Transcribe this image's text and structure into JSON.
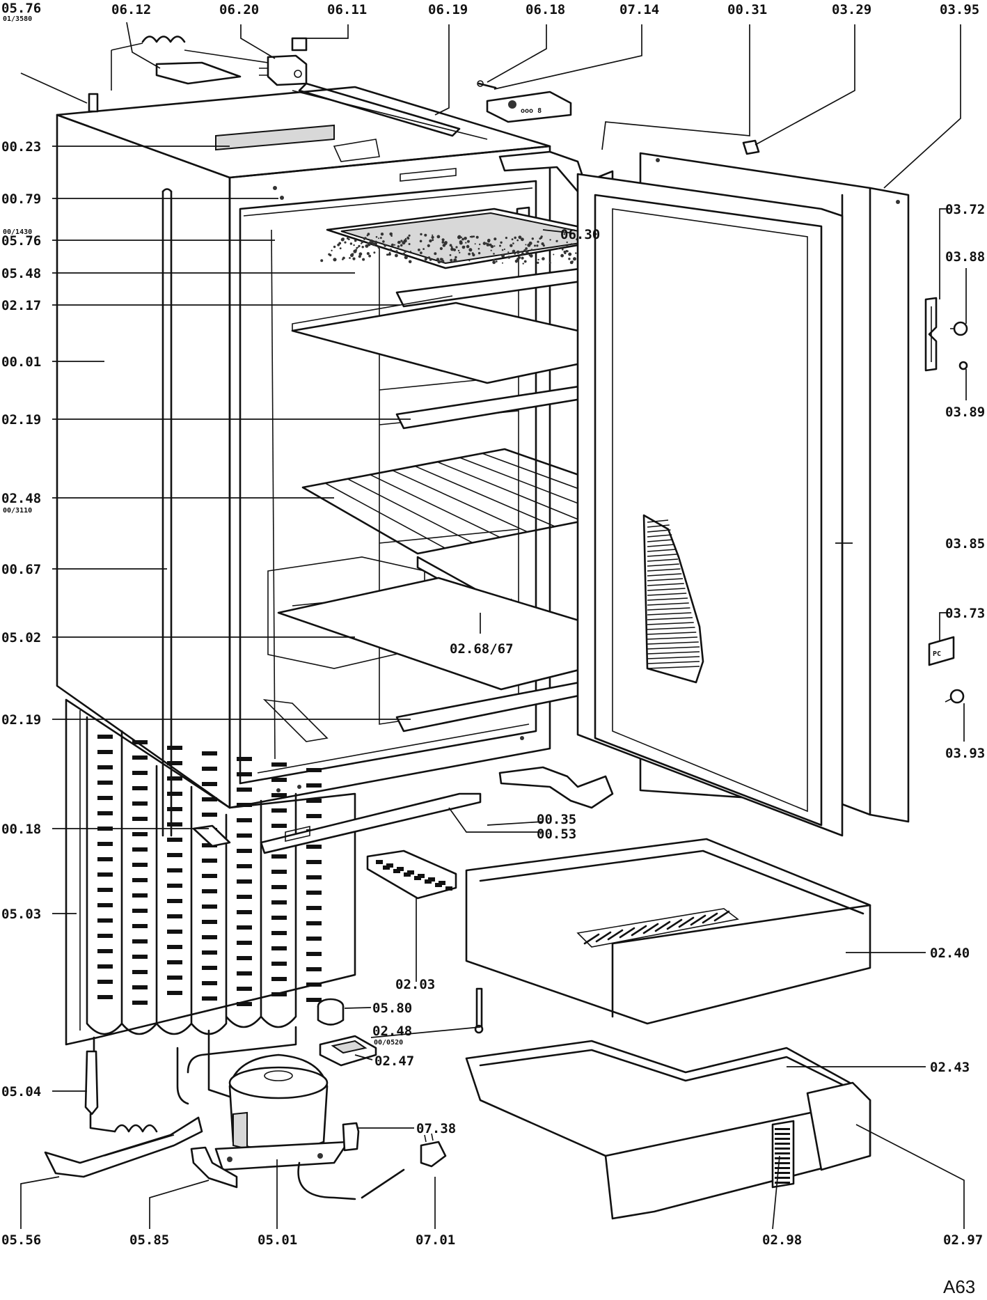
{
  "corner_code": "A63",
  "labels": [
    {
      "id": "05.76-top",
      "text": "05.76",
      "sub": "01/3580"
    },
    {
      "id": "06.12",
      "text": "06.12"
    },
    {
      "id": "06.20",
      "text": "06.20"
    },
    {
      "id": "06.11",
      "text": "06.11"
    },
    {
      "id": "06.19",
      "text": "06.19"
    },
    {
      "id": "06.18",
      "text": "06.18"
    },
    {
      "id": "07.14",
      "text": "07.14"
    },
    {
      "id": "00.31",
      "text": "00.31"
    },
    {
      "id": "03.29",
      "text": "03.29"
    },
    {
      "id": "03.95",
      "text": "03.95"
    },
    {
      "id": "00.23",
      "text": "00.23"
    },
    {
      "id": "00.79",
      "text": "00.79"
    },
    {
      "id": "05.76-left",
      "text": "05.76",
      "sub": "00/1430"
    },
    {
      "id": "05.48",
      "text": "05.48"
    },
    {
      "id": "02.17",
      "text": "02.17"
    },
    {
      "id": "00.01",
      "text": "00.01"
    },
    {
      "id": "02.19-a",
      "text": "02.19"
    },
    {
      "id": "02.48-left",
      "text": "02.48",
      "sub": "00/3110"
    },
    {
      "id": "00.67",
      "text": "00.67"
    },
    {
      "id": "05.02",
      "text": "05.02"
    },
    {
      "id": "02.19-b",
      "text": "02.19"
    },
    {
      "id": "00.18",
      "text": "00.18"
    },
    {
      "id": "05.03",
      "text": "05.03"
    },
    {
      "id": "05.04",
      "text": "05.04"
    },
    {
      "id": "05.56",
      "text": "05.56"
    },
    {
      "id": "05.85",
      "text": "05.85"
    },
    {
      "id": "05.01",
      "text": "05.01"
    },
    {
      "id": "07.01",
      "text": "07.01"
    },
    {
      "id": "07.38",
      "text": "07.38"
    },
    {
      "id": "02.47",
      "text": "02.47"
    },
    {
      "id": "02.48-mid",
      "text": "02.48",
      "sub": "00/0520"
    },
    {
      "id": "05.80",
      "text": "05.80"
    },
    {
      "id": "02.03",
      "text": "02.03"
    },
    {
      "id": "00.35",
      "text": "00.35"
    },
    {
      "id": "00.53",
      "text": "00.53"
    },
    {
      "id": "02.68",
      "text": "02.68/67"
    },
    {
      "id": "06.30",
      "text": "06.30"
    },
    {
      "id": "03.72",
      "text": "03.72"
    },
    {
      "id": "03.88",
      "text": "03.88"
    },
    {
      "id": "03.89",
      "text": "03.89"
    },
    {
      "id": "03.85",
      "text": "03.85"
    },
    {
      "id": "03.73",
      "text": "03.73"
    },
    {
      "id": "03.93",
      "text": "03.93"
    },
    {
      "id": "02.40",
      "text": "02.40"
    },
    {
      "id": "02.43",
      "text": "02.43"
    },
    {
      "id": "02.98",
      "text": "02.98"
    },
    {
      "id": "02.97",
      "text": "02.97"
    }
  ]
}
